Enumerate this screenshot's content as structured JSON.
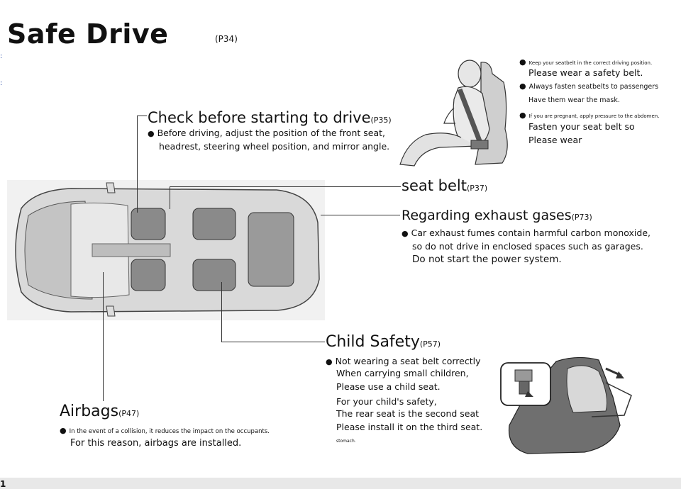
{
  "page": {
    "title": "Safe Drive",
    "title_ref": "(P34)",
    "page_number": "1"
  },
  "check": {
    "heading": "Check before starting to drive",
    "ref": "(P35)",
    "line1": "Before driving, adjust the position of the front seat,",
    "line2": "headrest, steering wheel position, and mirror angle."
  },
  "seatbelt_info": {
    "tiny1": "Keep your seatbelt in the correct driving position.",
    "line1": "Please wear a safety belt.",
    "small1": "Always fasten seatbelts to passengers",
    "small2": "Have them wear the mask.",
    "tiny2": "If you are pregnant, apply pressure to the abdomen.",
    "line2": "Fasten your seat belt so",
    "line3": "Please wear"
  },
  "seatbelt": {
    "heading": "seat belt",
    "ref": "(P37)"
  },
  "exhaust": {
    "heading": "Regarding exhaust gases",
    "ref": "(P73)",
    "line1": "Car exhaust fumes contain harmful carbon monoxide,",
    "line2": "so do not drive in enclosed spaces such as garages.",
    "line3": "Do not start the power system."
  },
  "child": {
    "heading": "Child Safety",
    "ref": "(P57)",
    "line1": "Not wearing a seat belt correctly",
    "line2": "When carrying small children,",
    "line3": "Please use a child seat.",
    "line4": "For your child's safety,",
    "line5": "The rear seat is the second seat",
    "line6": "Please install it on the third seat.",
    "tiny": "stomach."
  },
  "airbags": {
    "heading": "Airbags",
    "ref": "(P47)",
    "small": "In the event of a collision, it reduces the impact on the occupants.",
    "line": "For this reason, airbags are installed."
  },
  "icons": [
    "car-top-view-illustration",
    "seatbelt-person-illustration",
    "child-seat-illustration"
  ]
}
